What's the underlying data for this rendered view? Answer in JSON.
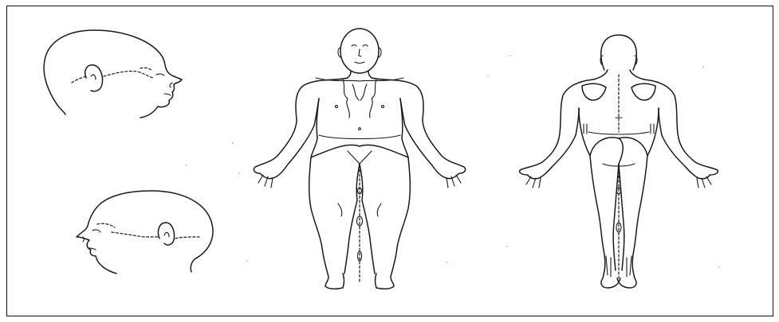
{
  "figure": {
    "views": [
      {
        "id": "head-right-lateral",
        "label": ""
      },
      {
        "id": "head-left-lateral",
        "label": ""
      },
      {
        "id": "body-anterior",
        "label": ""
      },
      {
        "id": "body-posterior",
        "label": ""
      }
    ]
  }
}
